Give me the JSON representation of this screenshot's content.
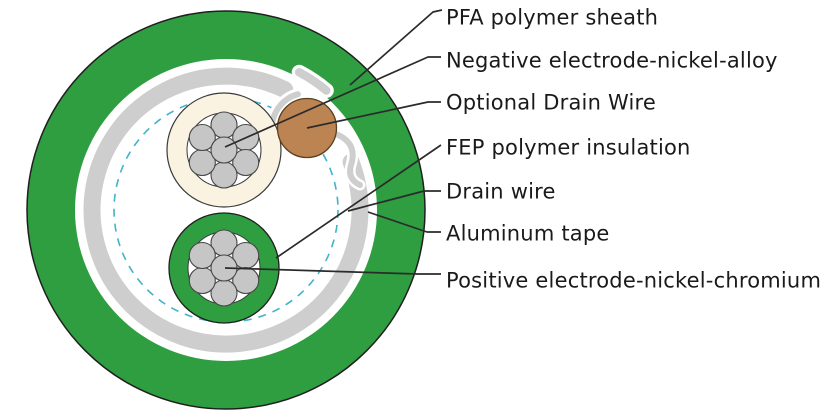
{
  "figure": {
    "type": "cable-cross-section-diagram",
    "labels": [
      {
        "text": "PFA polymer sheath",
        "points_to": "outer-sheath"
      },
      {
        "text": "Negative electrode-nickel-alloy",
        "points_to": "negative-electrode-strands"
      },
      {
        "text": "Optional Drain Wire",
        "points_to": "optional-drain-wire"
      },
      {
        "text": "FEP polymer insulation",
        "points_to": "positive-conductor-insulation"
      },
      {
        "text": "Drain wire",
        "points_to": "drain-wire-dashed-circle"
      },
      {
        "text": "Aluminum tape",
        "points_to": "aluminum-tape-ring"
      },
      {
        "text": "Positive electrode-nickel-chromium",
        "points_to": "positive-electrode-strands"
      }
    ],
    "colors": {
      "sheath_green": "#2e9e41",
      "insulation_green": "#2e9e41",
      "insulation_cream": "#faf3e2",
      "conductor_gray": "#c6c6c6",
      "tape_gray": "#cecece",
      "drain_wire_brown": "#bc8453",
      "drain_dash_teal": "#41b4c8",
      "outline_dark": "#1f1f1f",
      "leader_line": "#2b2b2b"
    }
  }
}
